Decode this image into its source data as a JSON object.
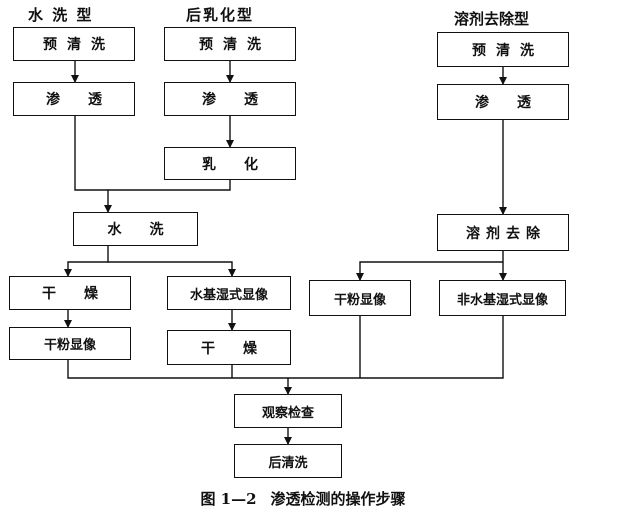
{
  "headers": {
    "water_wash": "水 洗 型",
    "post_emulsify": "后乳化型",
    "solvent_remove": "溶剂去除型"
  },
  "steps": {
    "pre_clean_1": "预清洗",
    "pre_clean_2": "预清洗",
    "pre_clean_3": "预清洗",
    "penetrate_1": "渗透",
    "penetrate_2": "渗透",
    "penetrate_3": "渗透",
    "emulsify": "乳化",
    "water_wash": "水洗",
    "solvent_remove": "溶剂去除",
    "dry_1": "干燥",
    "water_wet_develop": "水基湿式显像",
    "dry_powder_develop_1": "干粉显像",
    "dry_2": "干燥",
    "dry_powder_develop_2": "干粉显像",
    "non_water_wet_develop": "非水基湿式显像",
    "observe": "观察检查",
    "post_clean": "后清洗"
  },
  "caption": {
    "number": "图 1—2",
    "text": "渗透检测的操作步骤"
  }
}
